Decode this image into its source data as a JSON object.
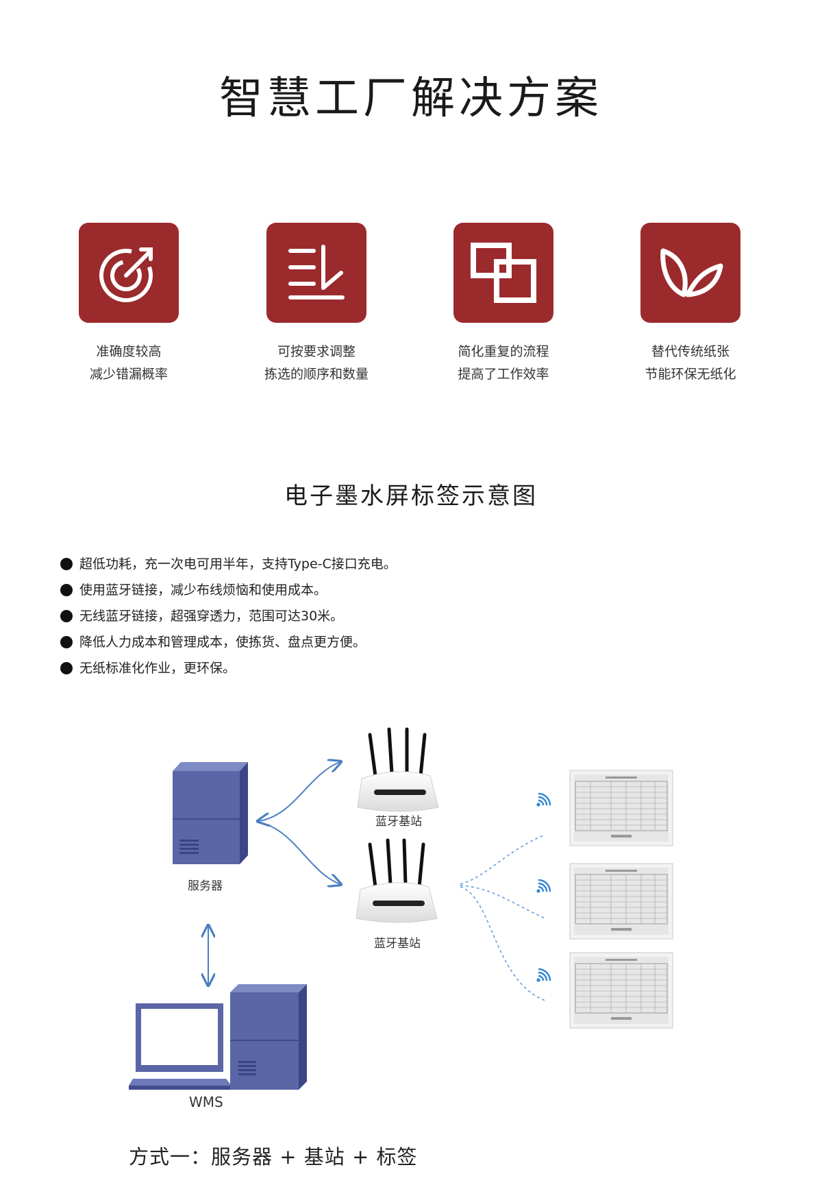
{
  "page_title": "智慧工厂解决方案",
  "features": [
    {
      "icon": "target-icon",
      "line1": "准确度较高",
      "line2": "减少错漏概率"
    },
    {
      "icon": "sort-list-icon",
      "line1": "可按要求调整",
      "line2": "拣选的顺序和数量"
    },
    {
      "icon": "overlap-squares-icon",
      "line1": "简化重复的流程",
      "line2": "提高了工作效率"
    },
    {
      "icon": "leaf-icon",
      "line1": "替代传统纸张",
      "line2": "节能环保无纸化"
    }
  ],
  "section_title": "电子墨水屏标签示意图",
  "bullets": [
    "超低功耗，充一次电可用半年，支持Type-C接口充电。",
    "使用蓝牙链接，减少布线烦恼和使用成本。",
    "无线蓝牙链接，超强穿透力，范围可达30米。",
    "降低人力成本和管理成本，使拣货、盘点更方便。",
    "无纸标准化作业，更环保。"
  ],
  "diagram": {
    "server_label": "服务器",
    "station_label_top": "蓝牙基站",
    "station_label_bottom": "蓝牙基站",
    "wms_label": "WMS"
  },
  "footer_caption": "方式一：服务器 + 基站 + 标签",
  "colors": {
    "brand_red": "#9b2a2d",
    "server_blue": "#5a66a6",
    "link_blue": "#4a7fc1",
    "wifi_blue": "#2f86d6"
  }
}
